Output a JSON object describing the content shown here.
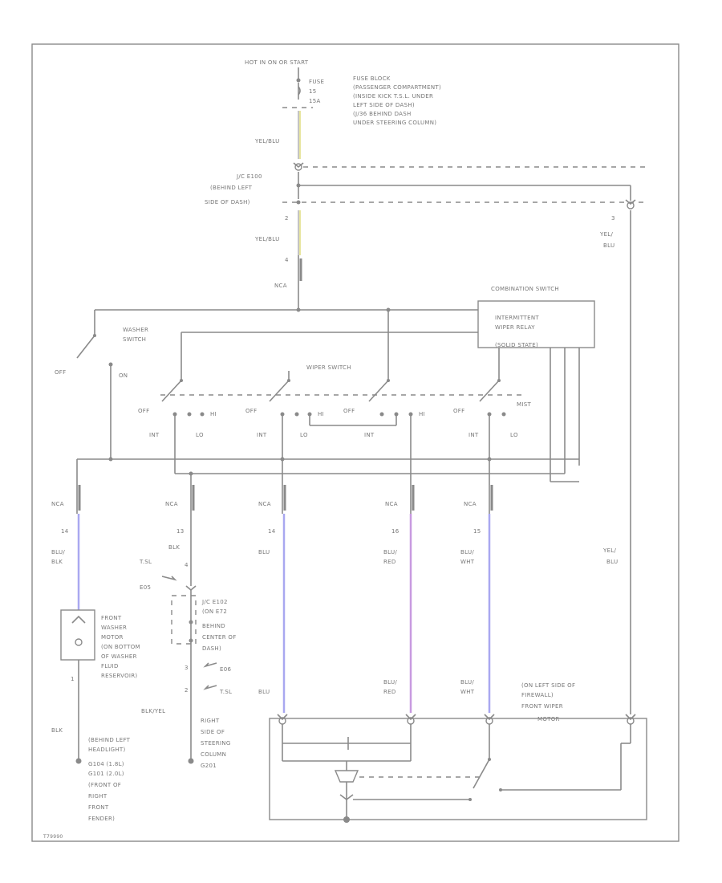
{
  "power": {
    "hot": "HOT IN ON OR START",
    "fuse": "FUSE",
    "fuse_num": "15",
    "fuse_amp": "15A",
    "fuse_desc": [
      "FUSE BLOCK",
      "(PASSENGER COMPARTMENT)",
      "(INSIDE KICK T.S.L. UNDER",
      "LEFT SIDE OF DASH)",
      "(J/36 BEHIND DASH",
      "UNDER STEERING COLUMN)"
    ]
  },
  "wires": {
    "yel_blu_1": [
      "YEL/BLU"
    ],
    "jc_label": [
      "J/C E100",
      "(BEHIND LEFT",
      "SIDE OF DASH)"
    ],
    "pin2": "2",
    "yel_blu_2": [
      "YEL/BLU"
    ],
    "pin4": "4",
    "nca_top": "NCA",
    "yel_blu_right": [
      "YEL/",
      "BLU"
    ],
    "pin3": "3",
    "yel_blu_right2": [
      "YEL/",
      "BLU"
    ]
  },
  "combo": {
    "title": "COMBINATION SWITCH",
    "relay": [
      "INTERMITTENT",
      "WIPER RELAY",
      "(SOLID STATE)"
    ],
    "washer_switch": [
      "WASHER",
      "SWITCH"
    ],
    "wiper_switch": "WIPER SWITCH",
    "off": "OFF",
    "on": "ON",
    "int": "INT",
    "lo": "LO",
    "hi": "HI",
    "mist": "MIST"
  },
  "connectors": {
    "nca": "NCA",
    "c14": "14",
    "c13": "13",
    "c16": "16",
    "c15": "15"
  },
  "lower": {
    "blu_blk": [
      "BLU/",
      "BLK"
    ],
    "blk_top": "BLK",
    "tsl": "T.SL",
    "c_e05": "E05",
    "jc_e102": [
      "J/C E102",
      "(ON E72",
      "BEHIND",
      "CENTER OF",
      "DASH)"
    ],
    "blu": "BLU",
    "blu_red": [
      "BLU/",
      "RED"
    ],
    "blu_wht": [
      "BLU/",
      "WHT"
    ],
    "pin4b": "4",
    "pin3b": "3",
    "pin1": "1",
    "pin2b": "2",
    "e06": "E06",
    "tsl2": "T.SL",
    "blk_yel": "BLK/YEL",
    "washer_motor": [
      "FRONT",
      "WASHER",
      "MOTOR",
      "(ON BOTTOM",
      "OF WASHER",
      "FLUID",
      "RESERVOIR)"
    ],
    "blk": "BLK",
    "ground_left": [
      "(BEHIND LEFT",
      "HEADLIGHT)",
      "G104 (1.8L)",
      "G101 (2.0L)",
      "(FRONT OF",
      "RIGHT",
      "FRONT",
      "FENDER)"
    ],
    "ground_mid": [
      "RIGHT",
      "SIDE OF",
      "STEERING",
      "COLUMN",
      "G201"
    ],
    "wiper_motor": [
      "(ON LEFT SIDE OF",
      "FIREWALL)",
      "FRONT WIPER",
      "MOTOR"
    ],
    "id": "T79990"
  }
}
